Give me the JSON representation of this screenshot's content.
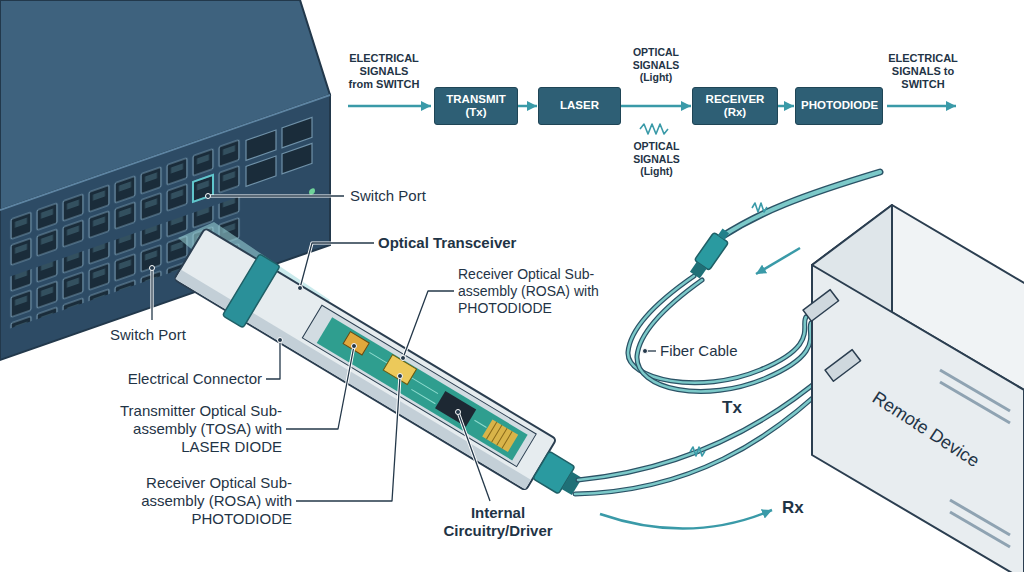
{
  "diagram": {
    "nodes": [
      {
        "text": [
          "TRANSMIT (Tx)"
        ]
      },
      {
        "text": [
          "LASER"
        ]
      },
      {
        "text": [
          "RECEIVER (Rx)"
        ]
      },
      {
        "text": [
          "PHOTODIODE"
        ]
      }
    ],
    "edges": [
      {
        "from": 0,
        "to": 1,
        "arrow": "to"
      },
      {
        "from": 1,
        "to": 2,
        "arrow": "to",
        "label": "OPTICAL SIGNALS (Light)"
      },
      {
        "from": 2,
        "to": 3,
        "arrow": "to"
      }
    ],
    "labels": [
      "ELECTRICAL SIGNALS from SWITCH",
      "OPTICAL SIGNALS (Light)",
      "ELECTRICAL SIGNALS to SWITCH",
      "Switch Port",
      "Optical Transceiver",
      "Receiver Optical Sub-assembly (ROSA) with PHOTODIODE",
      "Switch Port",
      "Electrical Connector",
      "Transmitter Optical Sub-assembly (TOSA) with LASER DIODE",
      "Receiver Optical Sub-assembly (ROSA) with PHOTODIODE",
      "Internal Circuitry/Driver",
      "Fiber Cable",
      "Tx",
      "Rx",
      "Remote Device"
    ]
  }
}
